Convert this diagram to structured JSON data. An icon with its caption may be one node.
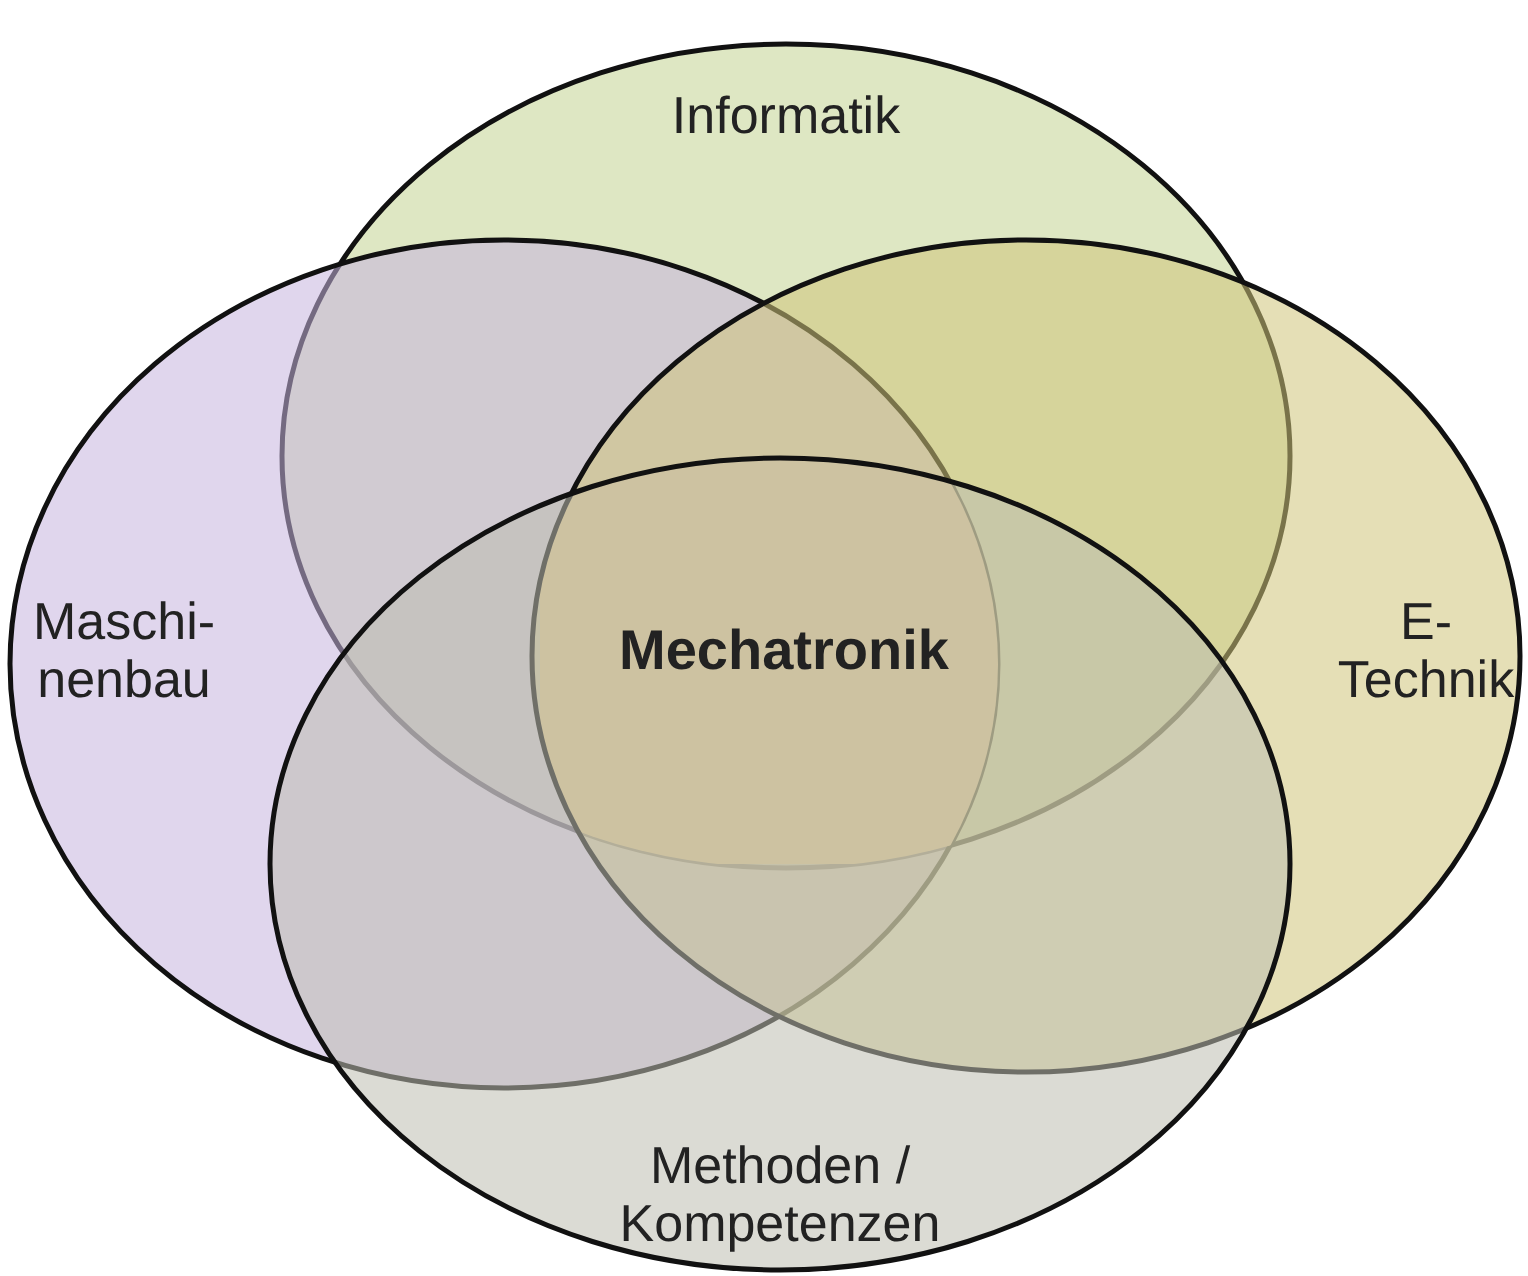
{
  "diagram": {
    "nodes": [
      {
        "text": [
          "Informatik"
        ]
      },
      {
        "text": [
          "Maschi- nenbau"
        ]
      },
      {
        "text": [
          "Mechatronik"
        ]
      },
      {
        "text": [
          "E- Technik"
        ]
      },
      {
        "text": [
          "Methoden / Kompetenzen"
        ]
      }
    ]
  }
}
